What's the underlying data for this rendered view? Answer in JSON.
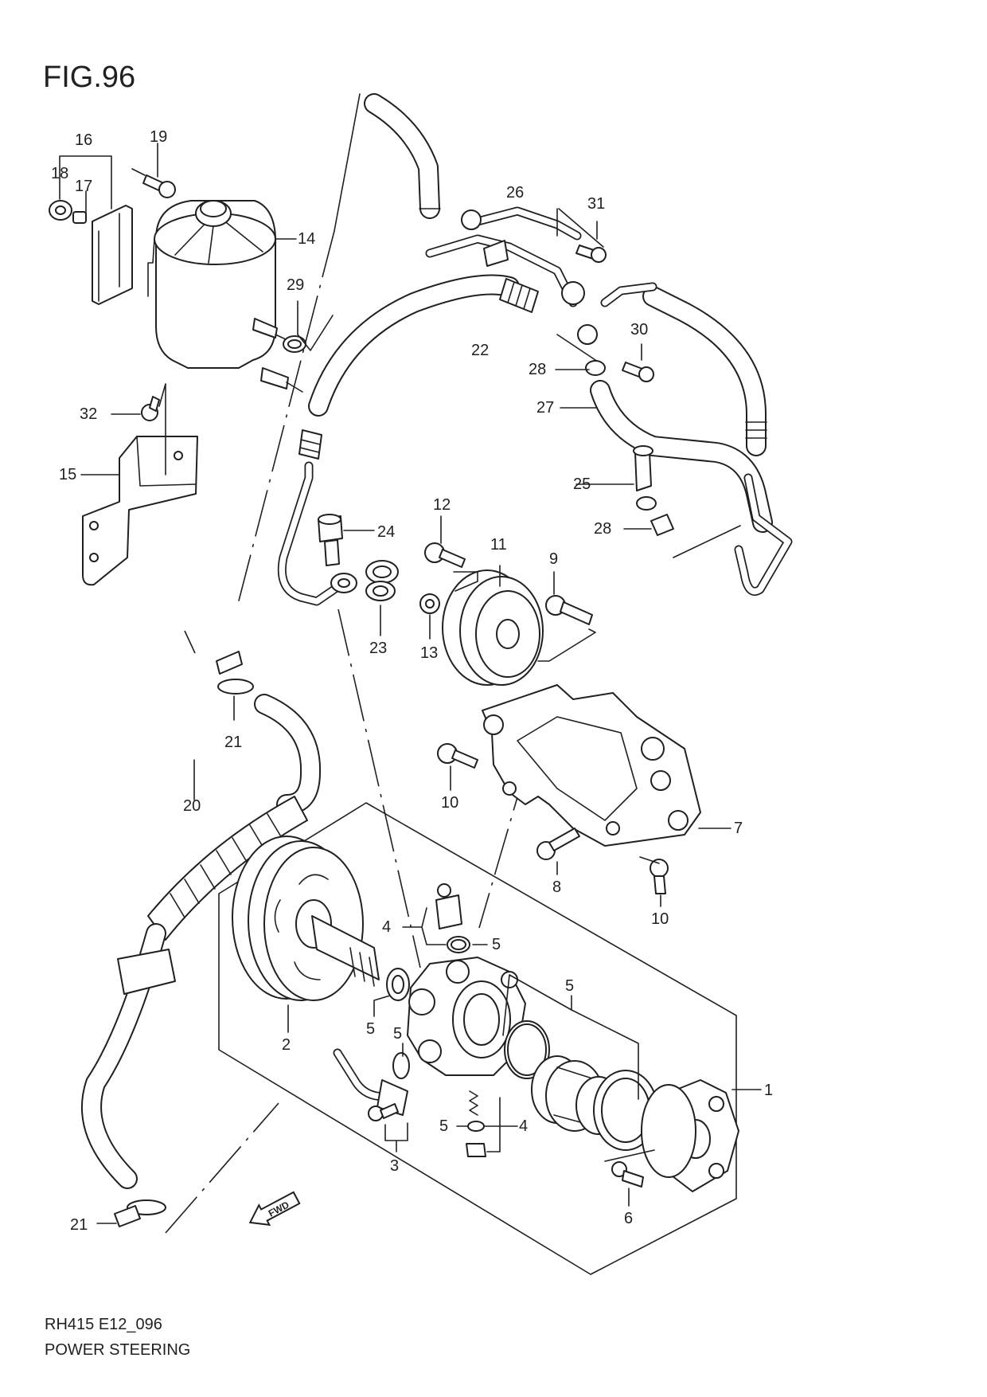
{
  "figure": {
    "title": "FIG.96",
    "code": "RH415 E12_096",
    "name": "POWER STEERING",
    "fwd_label": "FWD"
  },
  "callouts": [
    {
      "id": "c1",
      "label": "1"
    },
    {
      "id": "c2",
      "label": "2"
    },
    {
      "id": "c3",
      "label": "3"
    },
    {
      "id": "c4a",
      "label": "4"
    },
    {
      "id": "c4b",
      "label": "4"
    },
    {
      "id": "c5a",
      "label": "5"
    },
    {
      "id": "c5b",
      "label": "5"
    },
    {
      "id": "c5c",
      "label": "5"
    },
    {
      "id": "c5d",
      "label": "5"
    },
    {
      "id": "c5e",
      "label": "5"
    },
    {
      "id": "c6",
      "label": "6"
    },
    {
      "id": "c7",
      "label": "7"
    },
    {
      "id": "c8",
      "label": "8"
    },
    {
      "id": "c9",
      "label": "9"
    },
    {
      "id": "c10a",
      "label": "10"
    },
    {
      "id": "c10b",
      "label": "10"
    },
    {
      "id": "c11",
      "label": "11"
    },
    {
      "id": "c12",
      "label": "12"
    },
    {
      "id": "c13",
      "label": "13"
    },
    {
      "id": "c14",
      "label": "14"
    },
    {
      "id": "c15",
      "label": "15"
    },
    {
      "id": "c16",
      "label": "16"
    },
    {
      "id": "c17",
      "label": "17"
    },
    {
      "id": "c18",
      "label": "18"
    },
    {
      "id": "c19",
      "label": "19"
    },
    {
      "id": "c20",
      "label": "20"
    },
    {
      "id": "c21a",
      "label": "21"
    },
    {
      "id": "c21b",
      "label": "21"
    },
    {
      "id": "c22",
      "label": "22"
    },
    {
      "id": "c23",
      "label": "23"
    },
    {
      "id": "c24",
      "label": "24"
    },
    {
      "id": "c25",
      "label": "25"
    },
    {
      "id": "c26",
      "label": "26"
    },
    {
      "id": "c27",
      "label": "27"
    },
    {
      "id": "c28a",
      "label": "28"
    },
    {
      "id": "c28b",
      "label": "28"
    },
    {
      "id": "c29",
      "label": "29"
    },
    {
      "id": "c30",
      "label": "30"
    },
    {
      "id": "c31",
      "label": "31"
    },
    {
      "id": "c32",
      "label": "32"
    }
  ]
}
